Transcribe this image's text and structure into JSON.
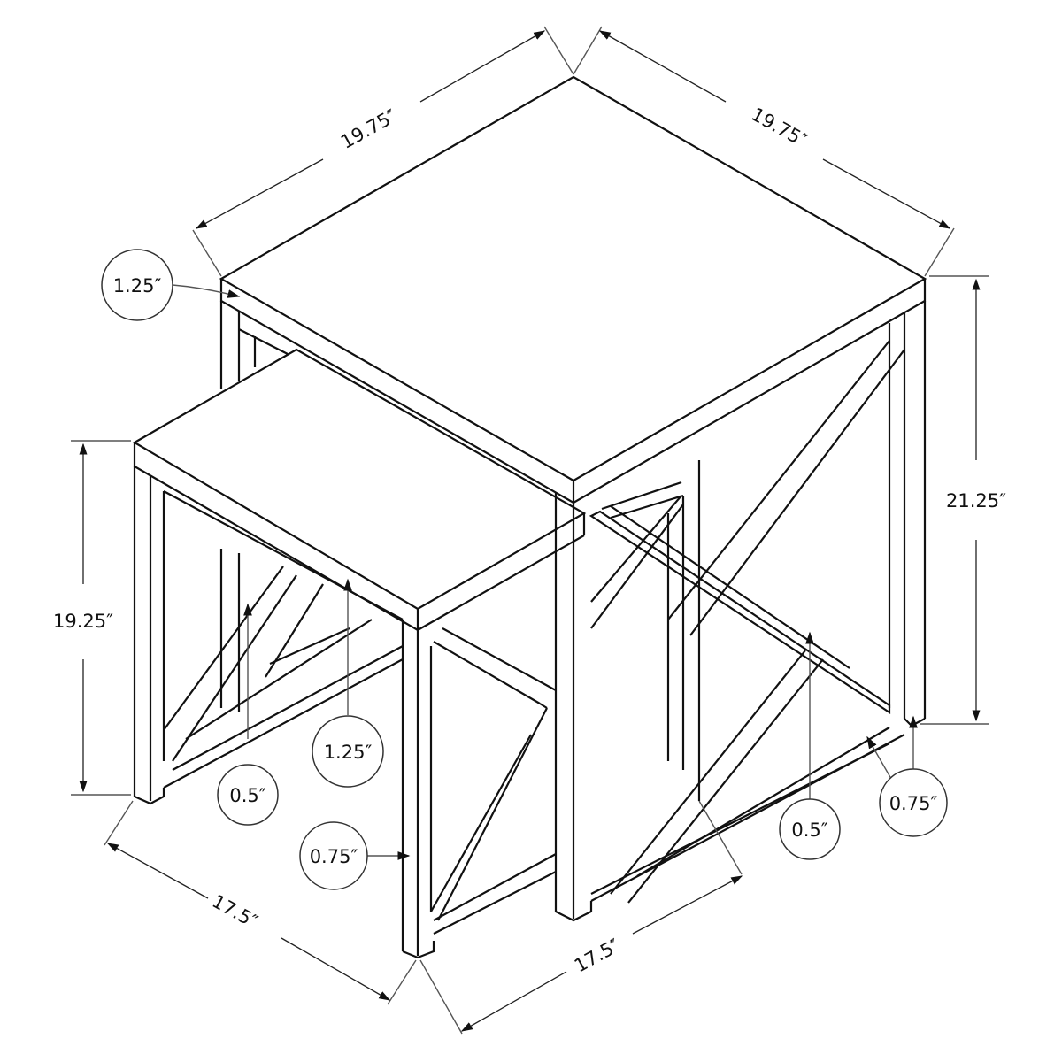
{
  "diagram": {
    "subject": "Nesting end tables, set of 2, isometric line drawing with dimensions",
    "colors": {
      "line": "#111111",
      "background": "#ffffff",
      "leader": "#555555"
    },
    "large_table": {
      "width_label": "19.75″",
      "depth_label": "19.75″",
      "height_label": "21.25″",
      "top_thickness_label": "1.25″",
      "leg_foot_label": "0.75″",
      "brace_thickness_label": "0.5″"
    },
    "small_table": {
      "width_label": "17.5″",
      "depth_label": "17.5″",
      "height_label": "19.25″",
      "top_thickness_label": "1.25″",
      "leg_label": "0.75″",
      "brace_thickness_label": "0.5″"
    },
    "callouts": [
      {
        "id": "large-top-thickness",
        "label": "1.25″"
      },
      {
        "id": "small-top-thickness",
        "label": "1.25″"
      },
      {
        "id": "small-brace",
        "label": "0.5″"
      },
      {
        "id": "small-leg",
        "label": "0.75″"
      },
      {
        "id": "large-brace",
        "label": "0.5″"
      },
      {
        "id": "large-leg",
        "label": "0.75″"
      }
    ]
  }
}
